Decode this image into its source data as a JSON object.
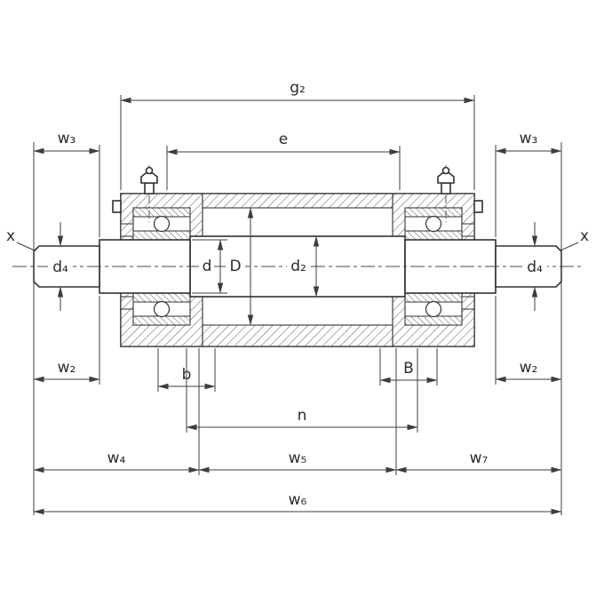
{
  "diagram": {
    "labels": {
      "g2": "g₂",
      "e": "e",
      "w3_left": "w₃",
      "w3_right": "w₃",
      "x_left": "x",
      "x_right": "x",
      "d4_left": "d₄",
      "d4_right": "d₄",
      "d": "d",
      "D": "D",
      "d2": "d₂",
      "w2_left": "w₂",
      "w2_right": "w₂",
      "b": "b",
      "B": "B",
      "n": "n",
      "w4": "w₄",
      "w5": "w₅",
      "w7": "w₇",
      "w6": "w₆"
    },
    "colors": {
      "line": "#3d3d3d",
      "background": "#ffffff"
    }
  }
}
